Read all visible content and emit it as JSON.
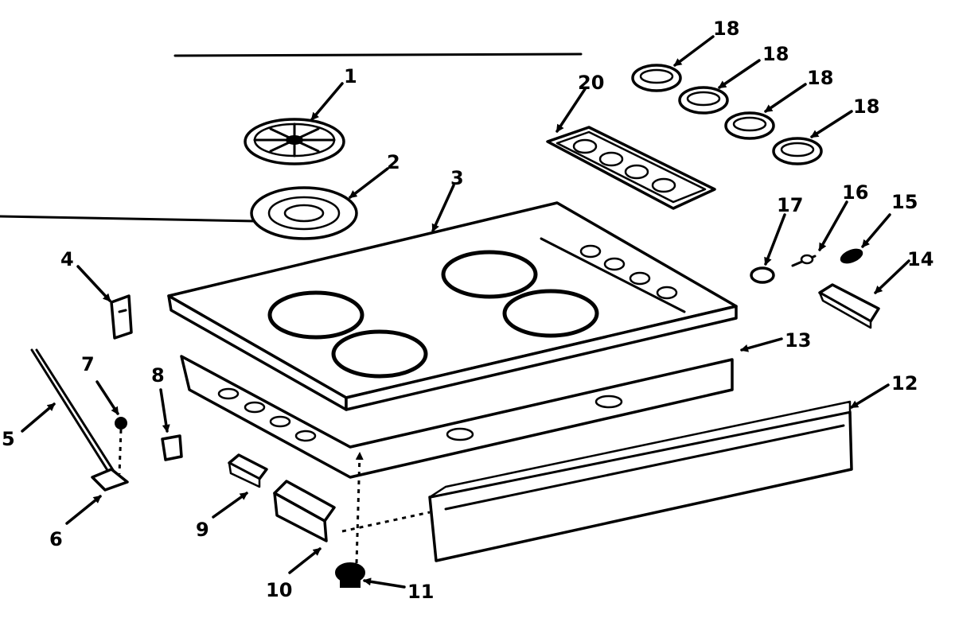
{
  "diagram": {
    "callouts": {
      "c1": "1",
      "c2": "2",
      "c3": "3",
      "c4": "4",
      "c5": "5",
      "c6": "6",
      "c7": "7",
      "c8": "8",
      "c9": "9",
      "c10": "10",
      "c11": "11",
      "c12": "12",
      "c13": "13",
      "c14": "14",
      "c15": "15",
      "c16": "16",
      "c17": "17",
      "c18a": "18",
      "c18b": "18",
      "c18c": "18",
      "c18d": "18",
      "c20": "20"
    }
  }
}
